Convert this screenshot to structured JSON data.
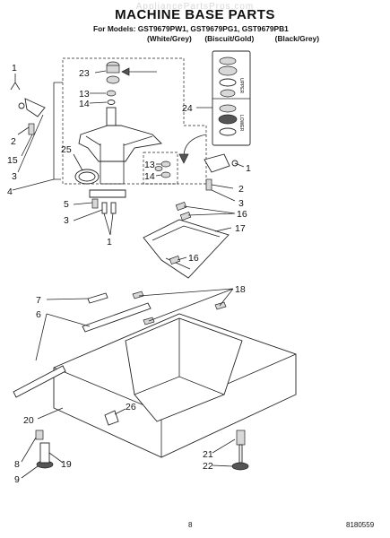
{
  "header": {
    "watermark": "AppliancePartsPros.com",
    "title": "MACHINE BASE PARTS",
    "models_line": "For Models: GST9679PW1, GST9679PG1, GST9679PB1",
    "variants": [
      "(White/Grey)",
      "(Biscuit/Gold)",
      "(Black/Grey)"
    ]
  },
  "callouts": {
    "c1a": "1",
    "c2a": "2",
    "c15": "15",
    "c3a": "3",
    "c4": "4",
    "c25": "25",
    "c23": "23",
    "c13a": "13",
    "c14a": "14",
    "c24": "24",
    "c13b": "13",
    "c14b": "14",
    "c1b": "1",
    "c2b": "2",
    "c3b": "3",
    "c16a": "16",
    "c17": "17",
    "c16b": "16",
    "c5": "5",
    "c3c": "3",
    "c1c": "1",
    "c7": "7",
    "c6": "6",
    "c18": "18",
    "c26": "26",
    "c20": "20",
    "c8": "8",
    "c9": "9",
    "c19": "19",
    "c21": "21",
    "c22": "22"
  },
  "kit_labels": {
    "upper": "UPPER",
    "lower": "LOWER"
  },
  "footer": {
    "page_number": "8",
    "doc_code": "8180559"
  }
}
